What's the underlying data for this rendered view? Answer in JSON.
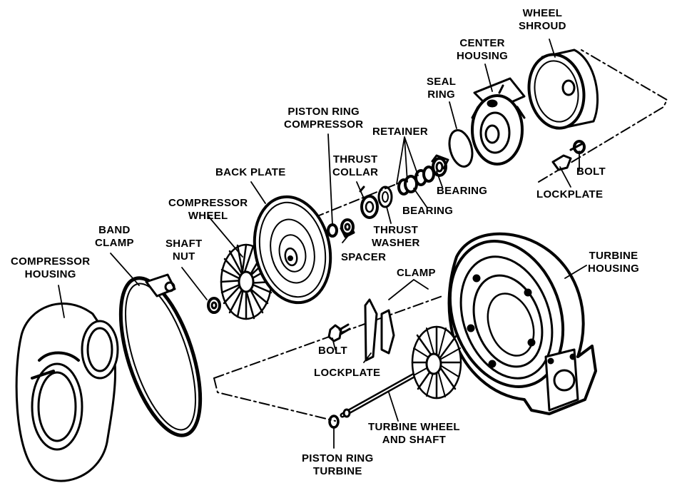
{
  "diagram": {
    "labels": {
      "wheel_shroud": [
        "WHEEL",
        "SHROUD"
      ],
      "center_housing": [
        "CENTER",
        "HOUSING"
      ],
      "seal_ring": [
        "SEAL",
        "RING"
      ],
      "piston_ring_compressor": [
        "PISTON RING",
        "COMPRESSOR"
      ],
      "retainer": [
        "RETAINER"
      ],
      "thrust_collar": [
        "THRUST",
        "COLLAR"
      ],
      "back_plate": [
        "BACK PLATE"
      ],
      "bearing_1": [
        "BEARING"
      ],
      "bearing_2": [
        "BEARING"
      ],
      "bolt_top": [
        "BOLT"
      ],
      "lockplate_top": [
        "LOCKPLATE"
      ],
      "compressor_wheel": [
        "COMPRESSOR",
        "WHEEL"
      ],
      "band_clamp": [
        "BAND",
        "CLAMP"
      ],
      "shaft_nut": [
        "SHAFT",
        "NUT"
      ],
      "thrust_washer": [
        "THRUST",
        "WASHER"
      ],
      "spacer": [
        "SPACER"
      ],
      "compressor_housing": [
        "COMPRESSOR",
        "HOUSING"
      ],
      "turbine_housing": [
        "TURBINE",
        "HOUSING"
      ],
      "clamp": [
        "CLAMP"
      ],
      "bolt_bottom": [
        "BOLT"
      ],
      "lockplate_bottom": [
        "LOCKPLATE"
      ],
      "turbine_wheel_and_shaft": [
        "TURBINE WHEEL",
        "AND SHAFT"
      ],
      "piston_ring_turbine": [
        "PISTON RING",
        "TURBINE"
      ]
    },
    "colors": {
      "ink": "#000000",
      "paper": "#ffffff"
    }
  }
}
